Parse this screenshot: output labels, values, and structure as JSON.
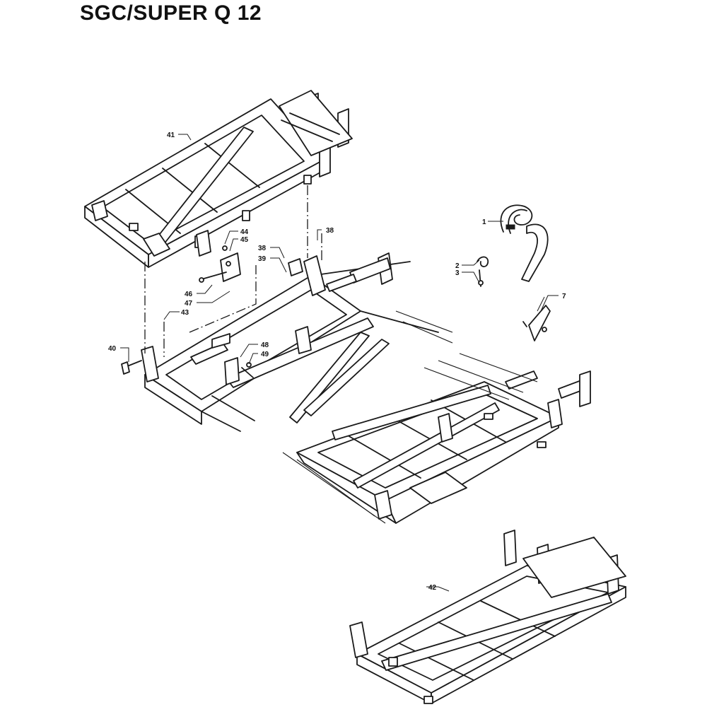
{
  "page": {
    "title": "SGC/SUPER Q 12"
  },
  "parts": {
    "c1": "1",
    "c2": "2",
    "c3": "3",
    "c7": "7",
    "c38a": "38",
    "c38b": "38",
    "c39": "39",
    "c40": "40",
    "c41": "41",
    "c42": "42",
    "c43": "43",
    "c44": "44",
    "c45": "45",
    "c46": "46",
    "c47": "47",
    "c48": "48",
    "c49": "49"
  }
}
